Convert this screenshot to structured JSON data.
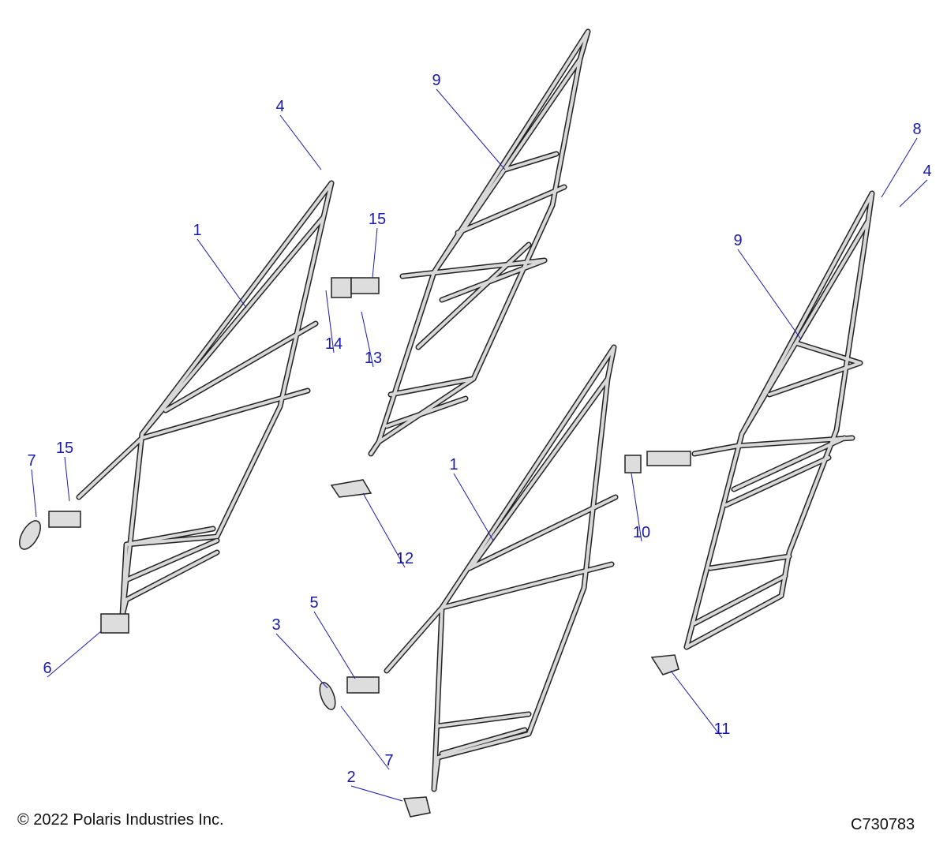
{
  "callouts": [
    "4",
    "1",
    "15",
    "14",
    "13",
    "9",
    "8",
    "4",
    "9",
    "7",
    "15",
    "1",
    "12",
    "10",
    "6",
    "3",
    "5",
    "7",
    "11",
    "2"
  ],
  "footer": {
    "copyright": "© 2022 Polaris Industries Inc.",
    "diagram_id": "C730783"
  },
  "colors": {
    "callout": "#1a1aa8",
    "frame": "#222222"
  }
}
